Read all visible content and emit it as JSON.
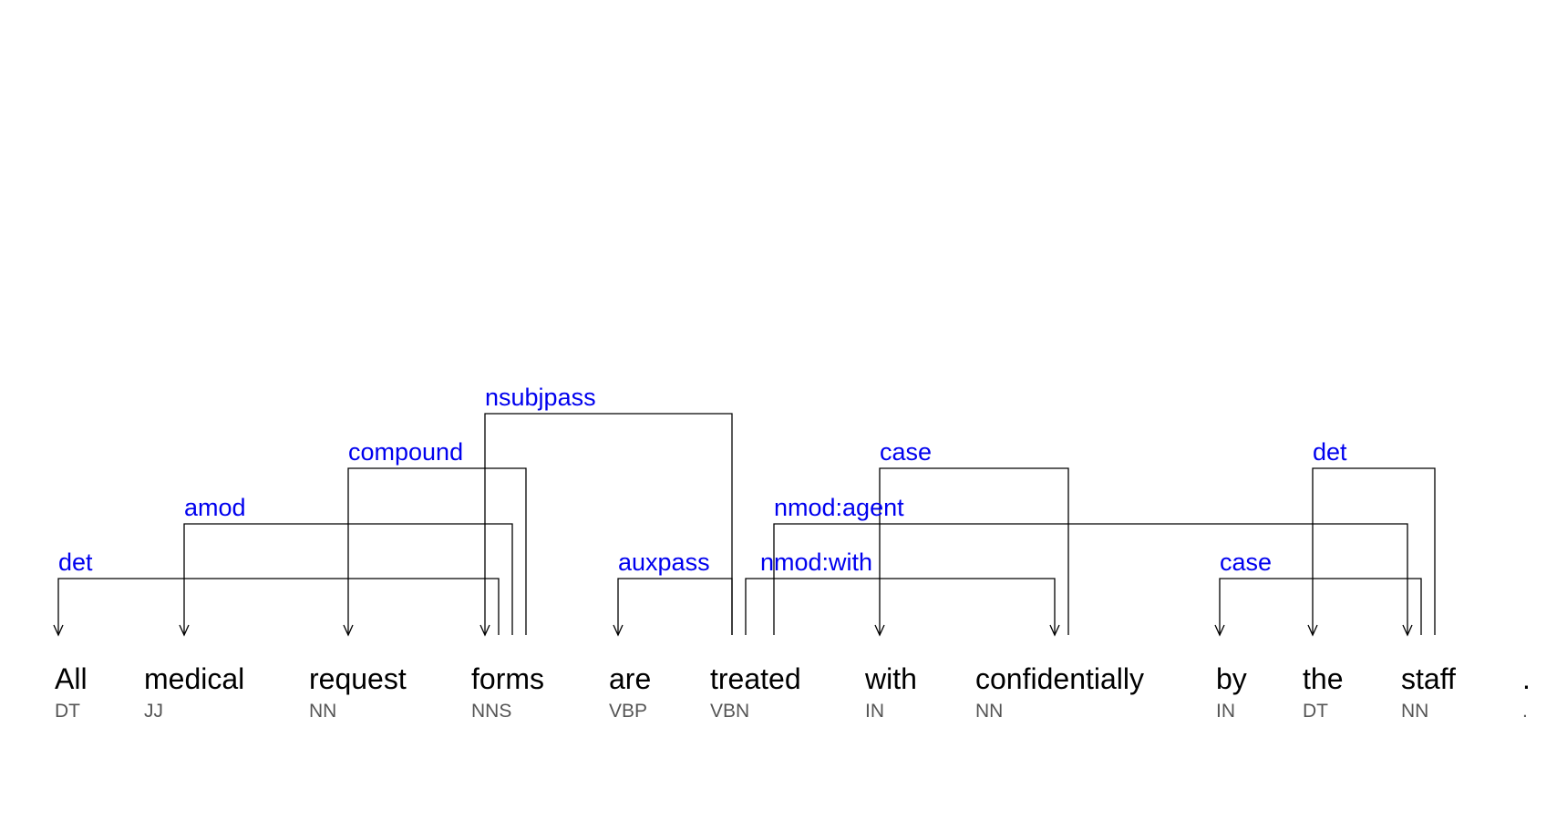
{
  "tokens": [
    {
      "word": "All",
      "tag": "DT"
    },
    {
      "word": "medical",
      "tag": "JJ"
    },
    {
      "word": "request",
      "tag": "NN"
    },
    {
      "word": "forms",
      "tag": "NNS"
    },
    {
      "word": "are",
      "tag": "VBP"
    },
    {
      "word": "treated",
      "tag": "VBN"
    },
    {
      "word": "with",
      "tag": "IN"
    },
    {
      "word": "confidentially",
      "tag": "NN"
    },
    {
      "word": "by",
      "tag": "IN"
    },
    {
      "word": "the",
      "tag": "DT"
    },
    {
      "word": "staff",
      "tag": "NN"
    },
    {
      "word": ".",
      "tag": "."
    }
  ],
  "dependencies": [
    {
      "label": "det",
      "head": 3,
      "dependent": 0
    },
    {
      "label": "amod",
      "head": 3,
      "dependent": 1
    },
    {
      "label": "compound",
      "head": 3,
      "dependent": 2
    },
    {
      "label": "nsubjpass",
      "head": 5,
      "dependent": 3
    },
    {
      "label": "auxpass",
      "head": 5,
      "dependent": 4
    },
    {
      "label": "nmod:with",
      "head": 5,
      "dependent": 7
    },
    {
      "label": "nmod:agent",
      "head": 5,
      "dependent": 10
    },
    {
      "label": "case",
      "head": 7,
      "dependent": 6
    },
    {
      "label": "case",
      "head": 10,
      "dependent": 8
    },
    {
      "label": "det",
      "head": 10,
      "dependent": 9
    }
  ],
  "colors": {
    "relation_label": "#0000ee",
    "word": "#000000",
    "tag": "#555555",
    "line": "#000000"
  }
}
